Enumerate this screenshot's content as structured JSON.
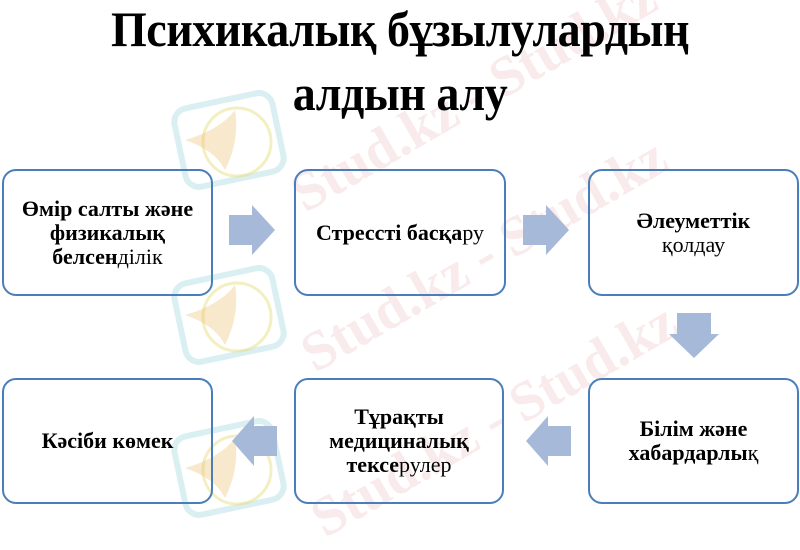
{
  "title": {
    "line1": "Психикалық бұзылулардың",
    "line2": "алдын алу"
  },
  "steps": [
    {
      "bold": "Өмір салты және физикалық белсен",
      "regular": "ділік",
      "lines": [
        "Өмір салты және",
        "физикалық",
        "белсенділік"
      ]
    },
    {
      "bold": "Стрессті басқа",
      "regular": "ру",
      "lines": [
        "Стрессті басқару"
      ]
    },
    {
      "bold": "Әлеуметтік",
      "regular": "қолдау",
      "lines": [
        "Әлеуметтік",
        "қолдау"
      ]
    },
    {
      "bold": "Білім және хабардарлы",
      "regular": "қ",
      "lines": [
        "Білім және",
        "хабардарлық"
      ]
    },
    {
      "bold": "Тұрақты медициналық тексе",
      "regular": "рулер",
      "lines": [
        "Тұрақты",
        "медициналық",
        "тексерулер"
      ]
    },
    {
      "bold": "Кәсіби көмек",
      "regular": "",
      "lines": [
        "Кәсіби көмек"
      ]
    }
  ],
  "step_labels": {
    "s1_l1": "Өмір салты және",
    "s1_l2": "физикалық",
    "s1_l3_bold": "белсен",
    "s1_l3_reg": "ділік",
    "s2_bold": "Стрессті баcқа",
    "s2_reg": "ру",
    "s3_l1": "Әлеуметтік",
    "s3_l2": "қолдау",
    "s4_l1": "Білім және",
    "s4_l2_bold": "хабардарлы",
    "s4_l2_reg": "қ",
    "s5_l1": "Тұрақты",
    "s5_l2": "медициналық",
    "s5_l3_bold": "тексе",
    "s5_l3_reg": "рулер",
    "s6": "Кәсіби көмек"
  },
  "arrows": [
    {
      "from": 1,
      "to": 2,
      "direction": "right"
    },
    {
      "from": 2,
      "to": 3,
      "direction": "right"
    },
    {
      "from": 3,
      "to": 4,
      "direction": "down"
    },
    {
      "from": 4,
      "to": 5,
      "direction": "left"
    },
    {
      "from": 5,
      "to": 6,
      "direction": "left"
    }
  ],
  "colors": {
    "box_border": "#4a7ebb",
    "arrow_fill": "#a7b9d9",
    "text": "#000000",
    "background": "#ffffff"
  },
  "watermark": {
    "text": "Stud.kz - Stud.kz",
    "logo": "hummingbird-logo"
  }
}
